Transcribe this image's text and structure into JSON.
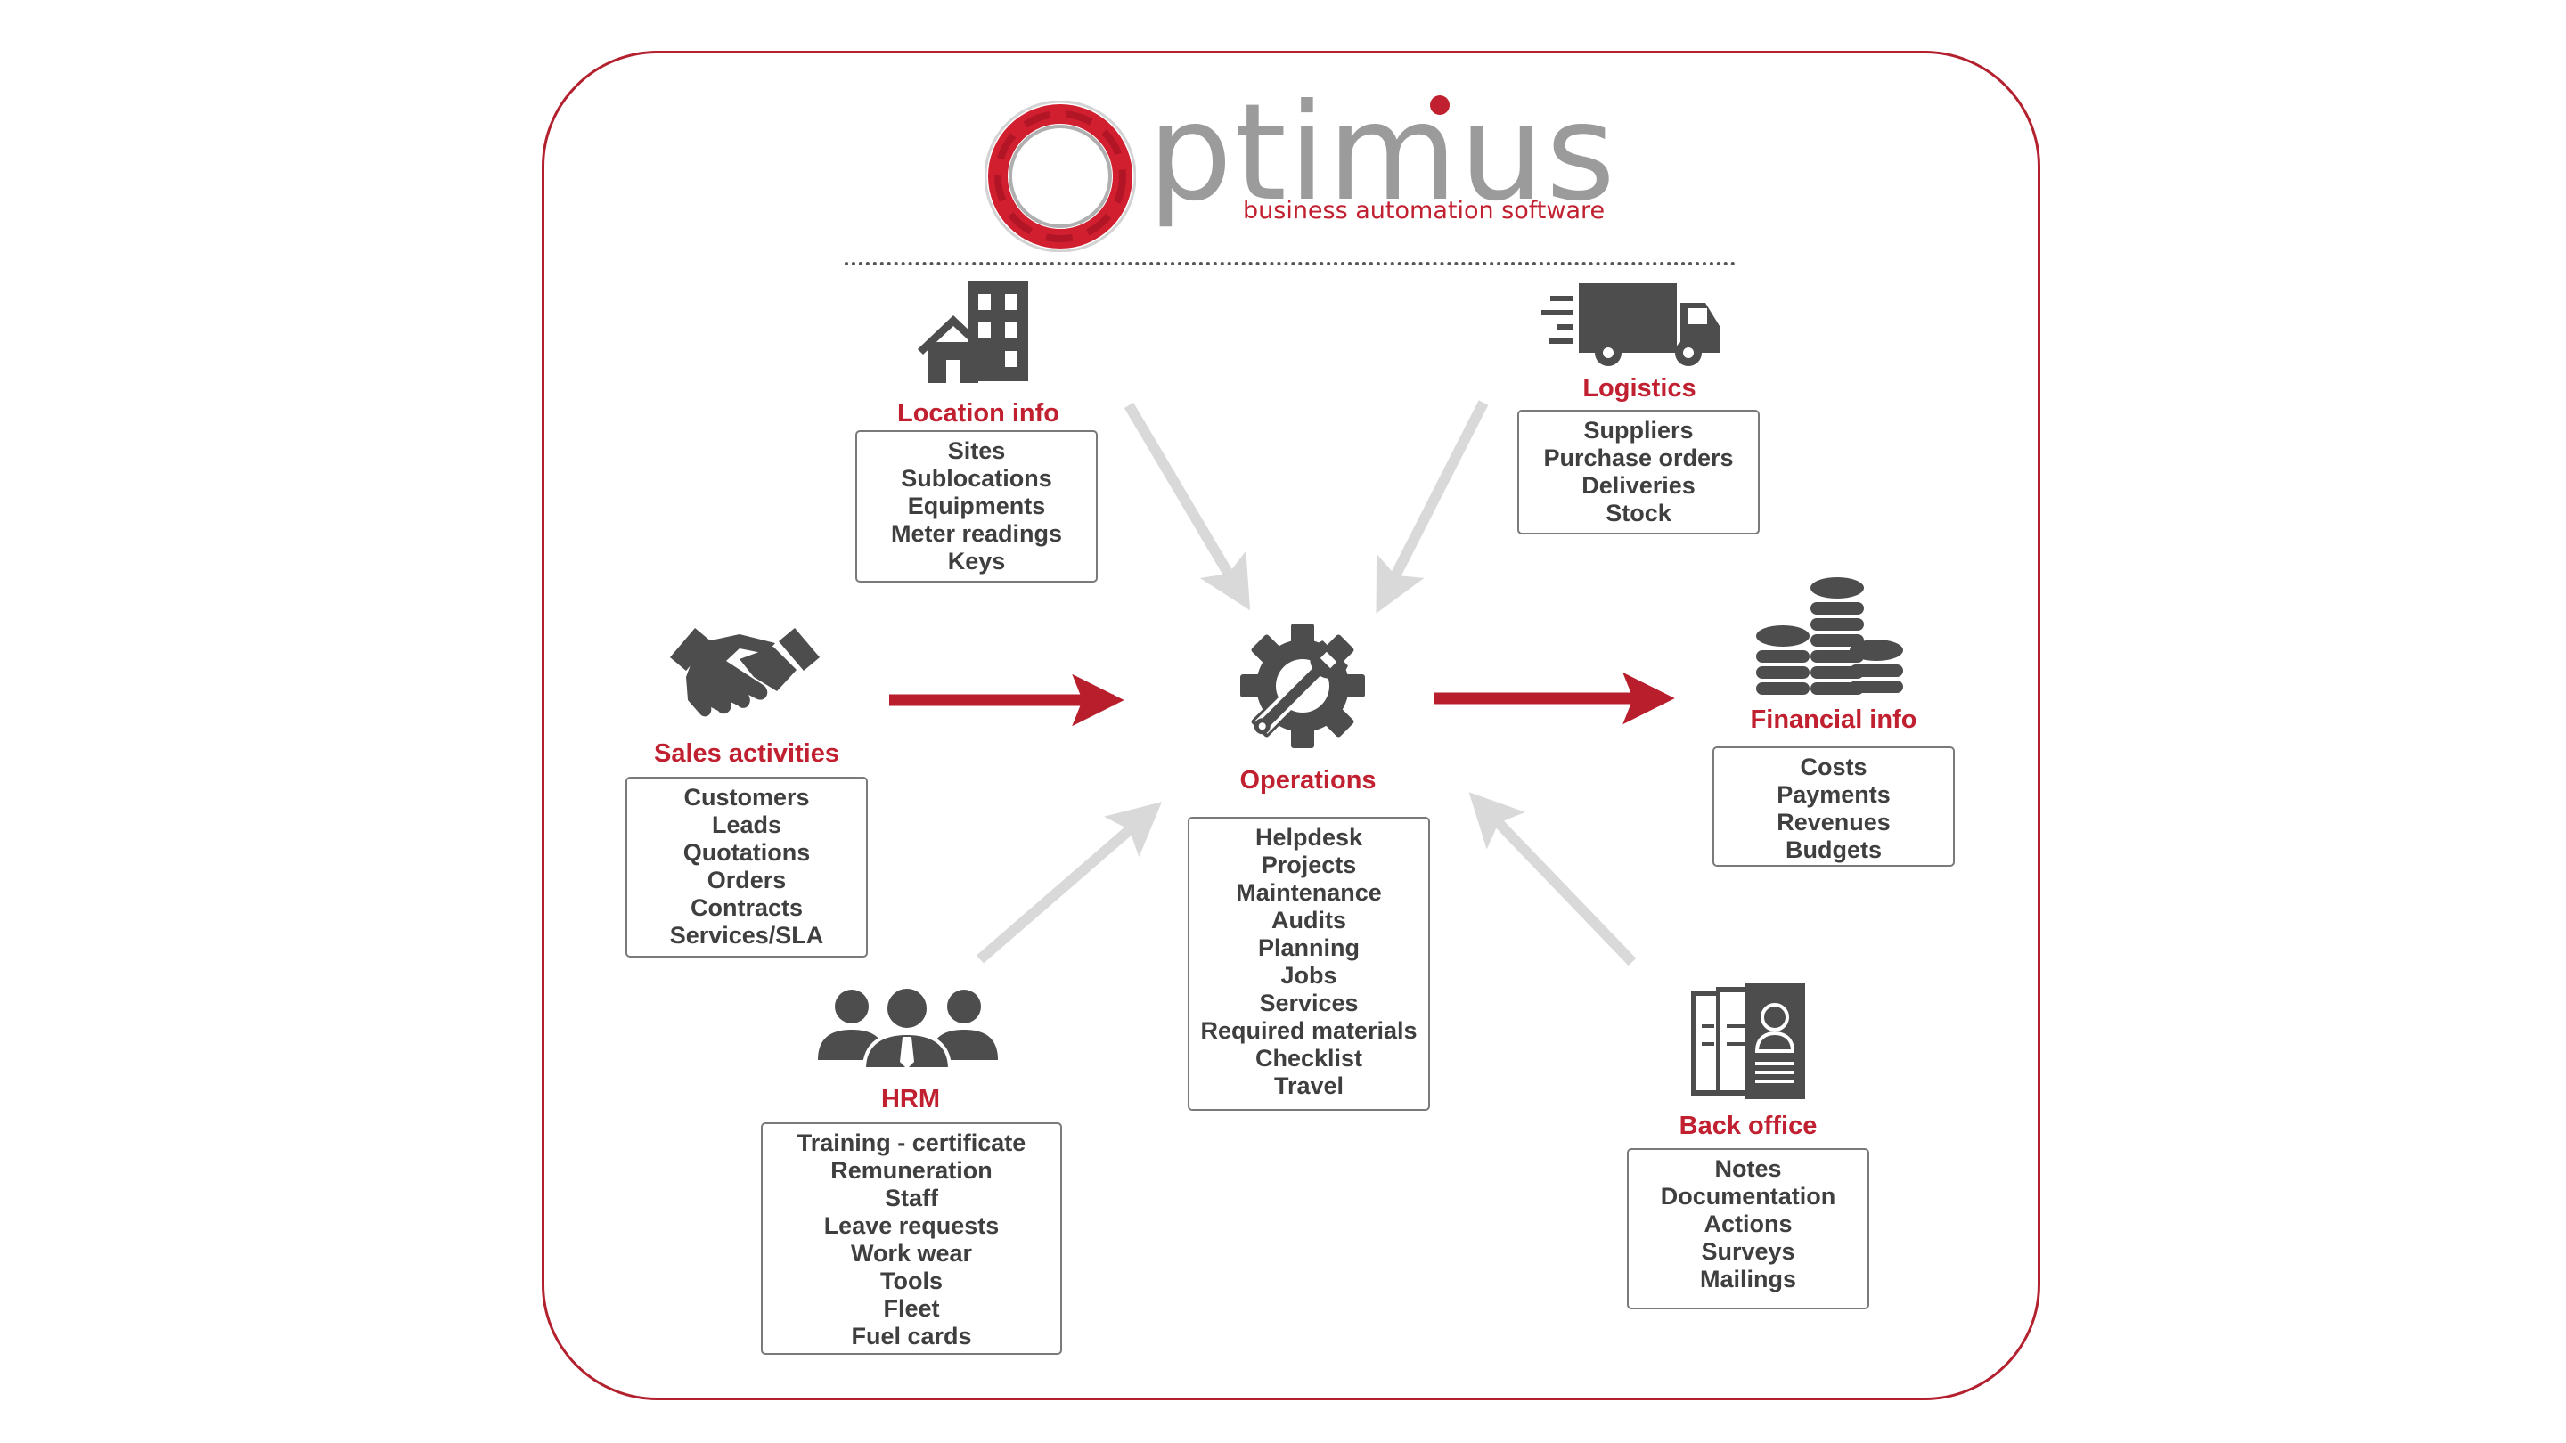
{
  "logo": {
    "word": "ptimus",
    "tagline": "business automation software"
  },
  "colors": {
    "accent": "#c0202f",
    "frame": "#b3202e",
    "icon": "#4d4d4d",
    "arrow_grey": "#d9d9d9"
  },
  "nodes": {
    "location": {
      "title": "Location info",
      "icon": "building-icon",
      "items": [
        "Sites",
        "Sublocations",
        "Equipments",
        "Meter readings",
        "Keys"
      ]
    },
    "logistics": {
      "title": "Logistics",
      "icon": "truck-icon",
      "items": [
        "Suppliers",
        "Purchase orders",
        "Deliveries",
        "Stock"
      ]
    },
    "sales": {
      "title": "Sales activities",
      "icon": "handshake-icon",
      "items": [
        "Customers",
        "Leads",
        "Quotations",
        "Orders",
        "Contracts",
        "Services/SLA"
      ]
    },
    "operations": {
      "title": "Operations",
      "icon": "gear-wrench-icon",
      "items": [
        "Helpdesk",
        "Projects",
        "Maintenance",
        "Audits",
        "Planning",
        "Jobs",
        "Services",
        "Required materials",
        "Checklist",
        "Travel"
      ]
    },
    "financial": {
      "title": "Financial info",
      "icon": "coins-icon",
      "items": [
        "Costs",
        "Payments",
        "Revenues",
        "Budgets"
      ]
    },
    "hrm": {
      "title": "HRM",
      "icon": "people-icon",
      "items": [
        "Training - certificate",
        "Remuneration",
        "Staff",
        "Leave requests",
        "Work wear",
        "Tools",
        "Fleet",
        "Fuel cards"
      ]
    },
    "backoffice": {
      "title": "Back office",
      "icon": "documents-icon",
      "items": [
        "Notes",
        "Documentation",
        "Actions",
        "Surveys",
        "Mailings"
      ]
    }
  }
}
